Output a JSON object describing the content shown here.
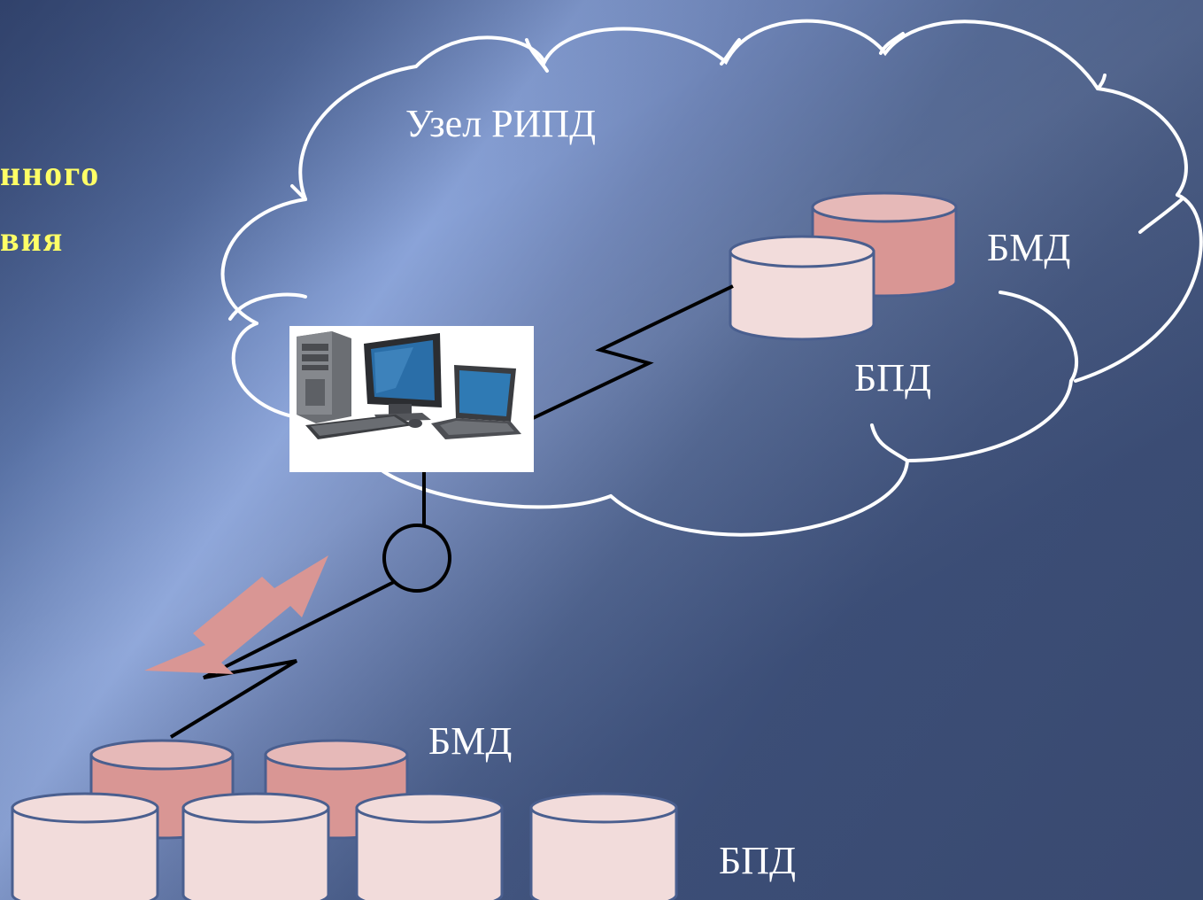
{
  "title_fragments": {
    "line1": "нного",
    "line2": "вия"
  },
  "cloud": {
    "label": "Узел РИПД",
    "bmd_label": "БМД",
    "bpd_label": "БПД"
  },
  "bottom": {
    "bmd_label": "БМД",
    "bpd_label": "БПД"
  },
  "colors": {
    "bmd_fill": "#d99694",
    "bpd_fill": "#f2dcdb",
    "cylinder_stroke": "#4a5f8f",
    "arrow_fill": "#d99694",
    "title_color": "#ffff66"
  },
  "icons": {
    "workstation": "computer-workstation-icon"
  }
}
